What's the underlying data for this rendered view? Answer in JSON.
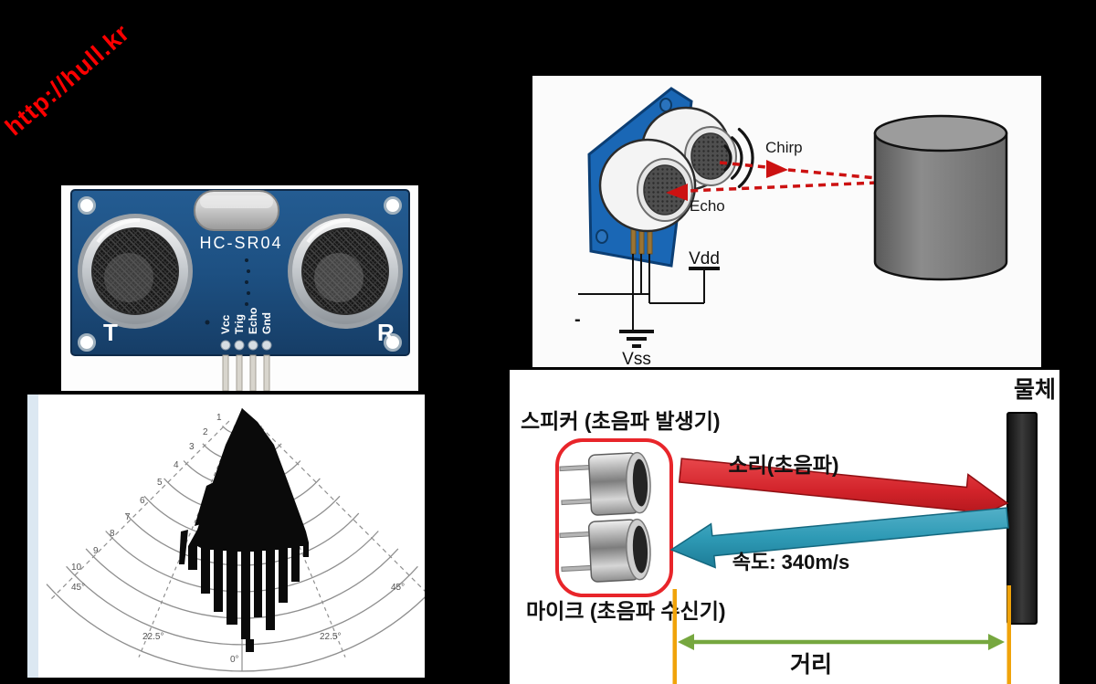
{
  "watermark": {
    "text": "http://hull.kr",
    "color": "#fe0000"
  },
  "sensor_photo": {
    "board_label": "HC-SR04",
    "pin_labels": [
      "Vcc",
      "Trig",
      "Echo",
      "Gnd"
    ],
    "transmitter_label": "T",
    "receiver_label": "R"
  },
  "beam_pattern": {
    "ring_labels": [
      "1",
      "2",
      "3",
      "4",
      "5",
      "6",
      "7",
      "8",
      "9",
      "10"
    ],
    "angle_left_45": "45°",
    "angle_right_45": "45°",
    "angle_left_225": "22.5°",
    "angle_right_225": "22.5°",
    "angle_center": "0°"
  },
  "chirp_diagram": {
    "chirp_label": "Chirp",
    "echo_label": "Echo",
    "vdd_label": "Vdd",
    "vss_label": "Vss",
    "minus_label": "-"
  },
  "distance_diagram": {
    "speaker_label": "스피커 (초음파 발생기)",
    "mic_label": "마이크 (초음파 수신기)",
    "sound_label": "소리(초음파)",
    "speed_label": "속도: 340m/s",
    "object_label": "물체",
    "distance_label": "거리"
  },
  "colors": {
    "background": "#000000",
    "watermark_red": "#fe0000",
    "pcb_blue": "#1d5082",
    "sound_arrow_red": "#d62a2e",
    "speed_arrow_teal": "#2e9ab5",
    "distance_arrow_green": "#76a73f",
    "marker_orange": "#f0a30a",
    "chirp_dash_red": "#cc1111",
    "transducer_outline_red": "#e8252a"
  }
}
